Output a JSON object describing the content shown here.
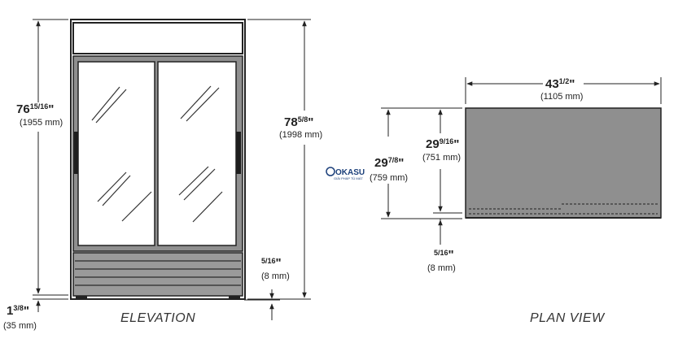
{
  "elevation": {
    "title": "ELEVATION",
    "height_left": {
      "whole": "76",
      "frac": "15/16",
      "inch": "\"",
      "mm": "(1955 mm)"
    },
    "height_right": {
      "whole": "78",
      "frac": "5/8",
      "inch": "\"",
      "mm": "(1998 mm)"
    },
    "leg_left": {
      "whole": "1",
      "frac": "3/8",
      "inch": "\"",
      "mm": "(35 mm)"
    },
    "leg_right": {
      "frac": "5/16",
      "inch": "\"",
      "mm": "(8 mm)"
    }
  },
  "plan": {
    "title": "PLAN VIEW",
    "width": {
      "whole": "43",
      "frac": "1/2",
      "inch": "\"",
      "mm": "(1105 mm)"
    },
    "depth_outer": {
      "whole": "29",
      "frac": "7/8",
      "inch": "\"",
      "mm": "(759 mm)"
    },
    "depth_inner": {
      "whole": "29",
      "frac": "9/16",
      "inch": "\"",
      "mm": "(751 mm)"
    },
    "gap": {
      "frac": "5/16",
      "inch": "\"",
      "mm": "(8 mm)"
    }
  },
  "logo": {
    "text": "OKASU",
    "sub": "GIẢI PHÁP TỦ MÁT"
  },
  "colors": {
    "line": "#222222",
    "panel": "#8f8f8f",
    "grille": "#9a9a9a",
    "glass": "#ffffff"
  }
}
